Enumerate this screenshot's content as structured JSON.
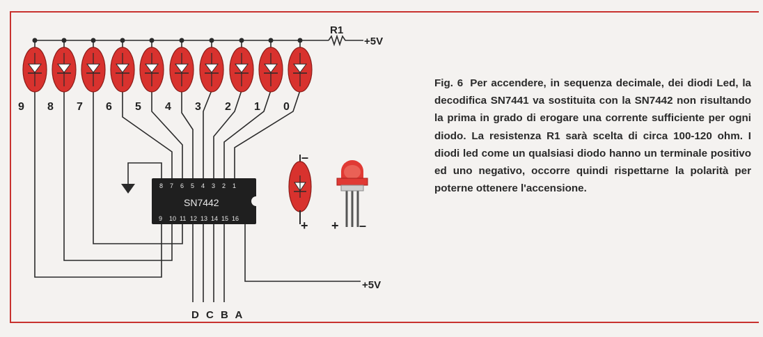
{
  "figure": {
    "label": "Fig. 6",
    "caption": "Per accendere, in sequenza decimale, dei diodi Led, la decodifica SN7441 va sostituita con la SN7442 non risultando la prima in grado di erogare una corrente sufficiente per ogni diodo. La resistenza R1 sarà scelta di circa 100-120 ohm. I diodi led come un qualsiasi diodo hanno un terminale positivo ed uno negativo, occorre quindi rispettarne la polarità per poterne ottenere l'accensione."
  },
  "resistor": {
    "label": "R1",
    "supply": "+5V"
  },
  "leds": [
    "9",
    "8",
    "7",
    "6",
    "5",
    "4",
    "3",
    "2",
    "1",
    "0"
  ],
  "chip": {
    "name": "SN7442",
    "top_pins": [
      "8",
      "7",
      "6",
      "5",
      "4",
      "3",
      "2",
      "1"
    ],
    "bottom_pins": [
      "9",
      "10",
      "11",
      "12",
      "13",
      "14",
      "15",
      "16"
    ]
  },
  "supply_right": "+5V",
  "inputs": "D C B A",
  "polarity": {
    "minus": "–",
    "plus": "+",
    "plus2": "+",
    "minus2": "–"
  },
  "colors": {
    "led_red": "#d8322e",
    "frame": "#c8322f",
    "wire": "#2a2a2a"
  }
}
